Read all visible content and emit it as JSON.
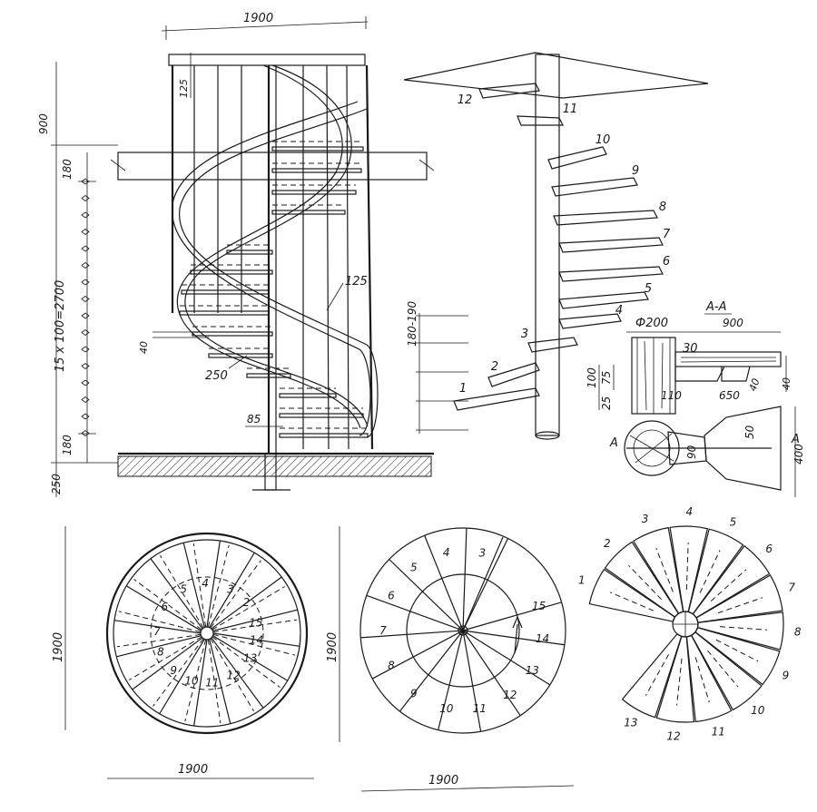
{
  "dimensions": {
    "top_width": "1900",
    "h_900": "900",
    "h_180_top": "180",
    "steps_formula": "15 x 100=2700",
    "h_180_bottom": "180",
    "h_250_base": "250",
    "handrail_125": "125",
    "rail_125": "125",
    "dim_40": "40",
    "dim_250": "250",
    "dim_85": "85",
    "riser_range": "180-190",
    "plan_left_width": "1900",
    "plan_left_height": "1900",
    "plan_mid_width": "1900",
    "plan_mid_height": "1900"
  },
  "section": {
    "title": "A-A",
    "phi": "Ф200",
    "len_900": "900",
    "d30": "30",
    "d100": "100",
    "d75": "75",
    "d25": "25",
    "d110": "110",
    "d650": "650",
    "d40": "40",
    "d40b": "40",
    "d50": "50",
    "d90": "90",
    "d400": "400",
    "cut_left": "A",
    "cut_right": "A"
  },
  "axon_steps": [
    "1",
    "2",
    "3",
    "4",
    "5",
    "6",
    "7",
    "8",
    "9",
    "10",
    "11",
    "12"
  ],
  "plan_left_steps": [
    "2",
    "3",
    "4",
    "5",
    "6",
    "7",
    "8",
    "9",
    "10",
    "11",
    "12",
    "13",
    "14",
    "15"
  ],
  "plan_mid_steps": [
    "3",
    "4",
    "5",
    "6",
    "7",
    "8",
    "9",
    "10",
    "11",
    "12",
    "13",
    "14",
    "15"
  ],
  "plan_right_steps": [
    "1",
    "2",
    "3",
    "4",
    "5",
    "6",
    "7",
    "8",
    "9",
    "10",
    "11",
    "12",
    "13"
  ]
}
